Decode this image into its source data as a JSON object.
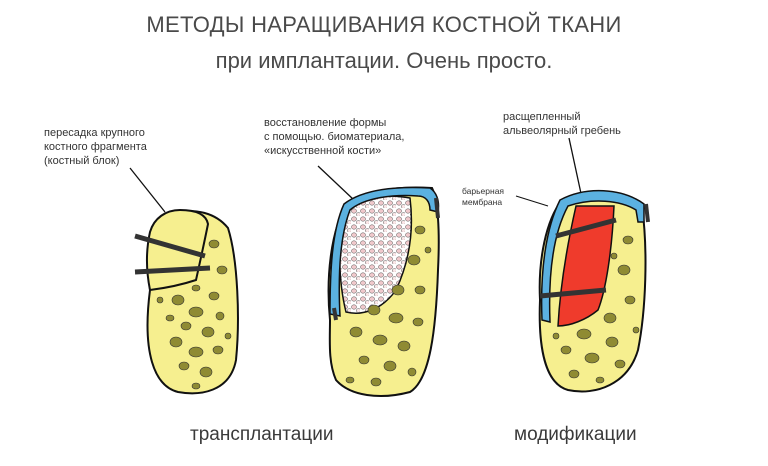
{
  "header": {
    "title": "МЕТОДЫ НАРАЩИВАНИЯ КОСТНОЙ ТКАНИ",
    "subtitle": "при имплантации. Очень просто."
  },
  "annotations": {
    "block_line1": "пересадка крупного",
    "block_line2": "костного фрагмента",
    "block_line3": "(костный блок)",
    "bio_line1": "восстановление формы",
    "bio_line2": "с помощью. биоматериала,",
    "bio_line3": "«искусственной кости»",
    "split_line1": "расщепленный",
    "split_line2": "альвеолярный гребень",
    "membrane_line1": "барьерная",
    "membrane_line2": "мембрана"
  },
  "captions": {
    "left": "трансплантации",
    "right": "модификации"
  },
  "colors": {
    "bone": "#f6ef8f",
    "spots": "#8f8b33",
    "membrane": "#5bb1e0",
    "graft": "#ef3b2c",
    "biomaterial": "#f3d9da"
  }
}
